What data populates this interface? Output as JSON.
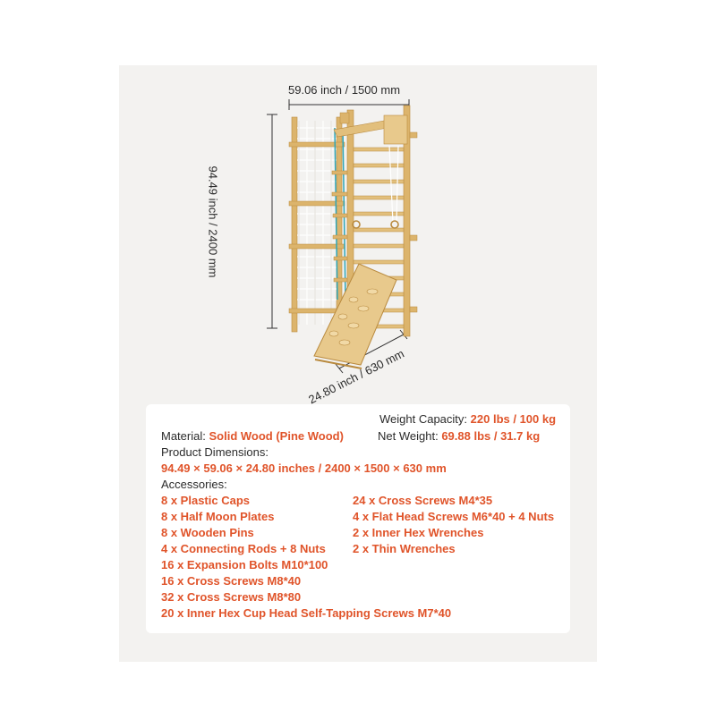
{
  "dimensions": {
    "width": "59.06 inch / 1500 mm",
    "height": "94.49 inch / 2400 mm",
    "depth": "24.80 inch / 630 mm"
  },
  "specs": {
    "weight_capacity_label": "Weight Capacity:",
    "weight_capacity_value": "220 lbs / 100 kg",
    "material_label": "Material:",
    "material_value": "Solid Wood  (Pine Wood)",
    "net_weight_label": "Net Weight:",
    "net_weight_value": "69.88 lbs / 31.7 kg",
    "product_dimensions_label": "Product Dimensions:",
    "product_dimensions_value": "94.49 × 59.06 ×  24.80 inches / 2400 × 1500 × 630 mm",
    "accessories_label": "Accessories:",
    "accessories_left": [
      "8 x Plastic Caps",
      "8 x Half Moon Plates",
      "8 x Wooden Pins",
      "4 x Connecting Rods + 8 Nuts",
      "16 x Expansion Bolts M10*100",
      "16 x Cross Screws M8*40",
      "32 x Cross Screws M8*80",
      "20 x Inner Hex Cup Head Self-Tapping Screws M7*40"
    ],
    "accessories_right": [
      "24 x Cross Screws M4*35",
      "4 x Flat Head Screws M6*40 + 4 Nuts",
      "2 x Inner Hex Wrenches",
      "2 x Thin Wrenches"
    ]
  },
  "colors": {
    "accent": "#e0542a",
    "wood": "#dcb46c",
    "wood_dark": "#b98a3e",
    "rope_ladder": "#2fa6b8",
    "card_bg": "#f3f2f0"
  }
}
